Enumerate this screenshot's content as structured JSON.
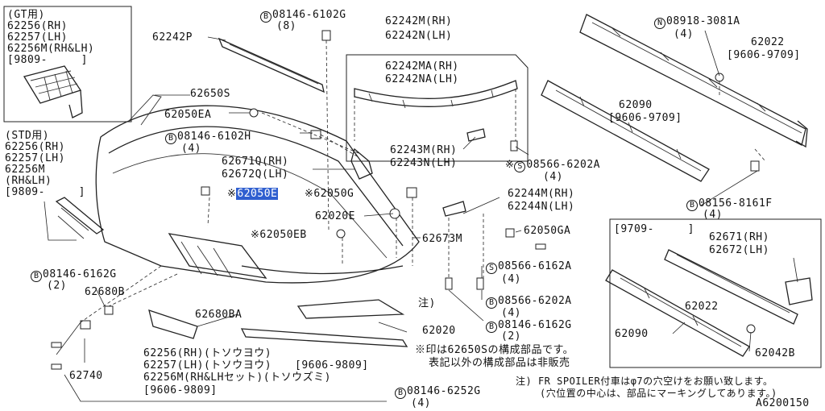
{
  "labels": {
    "gt_header": "(GT用)",
    "gt_62256": "62256(RH)",
    "gt_62257": "62257(LH)",
    "gt_62256m": "62256M(RH&LH)",
    "gt_range": "[9809-     ]",
    "std_header": "(STD用)",
    "std_62256": "62256(RH)",
    "std_62257": "62257(LH)",
    "std_62256m": "62256M",
    "std_rhlh": "(RH&LH)",
    "std_range": "[9809-     ]",
    "b08146_6102g": "08146-6102G",
    "qty_8": "(8)",
    "p62242p": "62242P",
    "p62242m": "62242M(RH)",
    "p62242n": "62242N(LH)",
    "p62242ma": "62242MA(RH)",
    "p62242na": "62242NA(LH)",
    "p62650s": "62650S",
    "p62050ea": "62050EA",
    "b08146_6102h": "08146-6102H",
    "qty_4a": "(4)",
    "p62671q": "62671Q(RH)",
    "p62672q": "62672Q(LH)",
    "p62050e": "62050E",
    "p62050g": "62050G",
    "p62243m": "62243M(RH)",
    "p62243n": "62243N(LH)",
    "s08566_6202a_top": "08566-6202A",
    "qty_4b": "(4)",
    "n08918_3081a": "08918-3081A",
    "qty_4c": "(4)",
    "p62022_top": "62022",
    "range_9606_9709_a": "[9606-9709]",
    "p62090_top": "62090",
    "range_9606_9709_b": "[9606-9709]",
    "p62244m": "62244M(RH)",
    "p62244n": "62244N(LH)",
    "p62020e": "62020E",
    "b08156_8161f": "08156-8161F",
    "qty_4d": "(4)",
    "p62050eb": "62050EB",
    "p62673m": "62673M",
    "p62050ga": "62050GA",
    "inset_range": "[9709-     ]",
    "p62671": "62671(RH)",
    "p62672": "62672(LH)",
    "b08146_6162g_left": "08146-6162G",
    "qty_2a": "(2)",
    "s08566_6162a": "08566-6162A",
    "qty_4e": "(4)",
    "p62680b": "62680B",
    "p62680ba": "62680BA",
    "note_mark": "注)",
    "b08566_6202a": "08566-6202A",
    "qty_4f": "(4)",
    "p62022_inset": "62022",
    "b08146_6162g_mid": "08146-6162G",
    "qty_2b": "(2)",
    "p62090_inset": "62090",
    "p62740": "62740",
    "p62020": "62020",
    "p62256_paint": "62256(RH)(トソウヨウ)",
    "p62257_paint": "62257(LH)(トソウヨウ)",
    "range_9606_9809": "[9606-9809]",
    "p62256m_set": "62256M(RH&LHセット)(トソウズミ)",
    "range_9606_9809_b": "[9606-9809]",
    "note_component": "※印は62650Sの構成部品です。",
    "note_not_sold": "表記以外の構成部品は非販売",
    "p62042b": "62042B",
    "note_spoiler": "注) FR SPOILER付車はφ7の穴空けをお願い致します。",
    "note_marking": "(穴位置の中心は、部品にマーキングしてあります。)",
    "b08146_6252g": "08146-6252G",
    "qty_4g": "(4)",
    "figure_id": "A6200150"
  },
  "symbols": {
    "b": "B",
    "s": "S",
    "n": "N",
    "star": "※"
  },
  "colors": {
    "highlight": "#2f5fd0",
    "ink": "#111111",
    "background": "#ffffff"
  }
}
